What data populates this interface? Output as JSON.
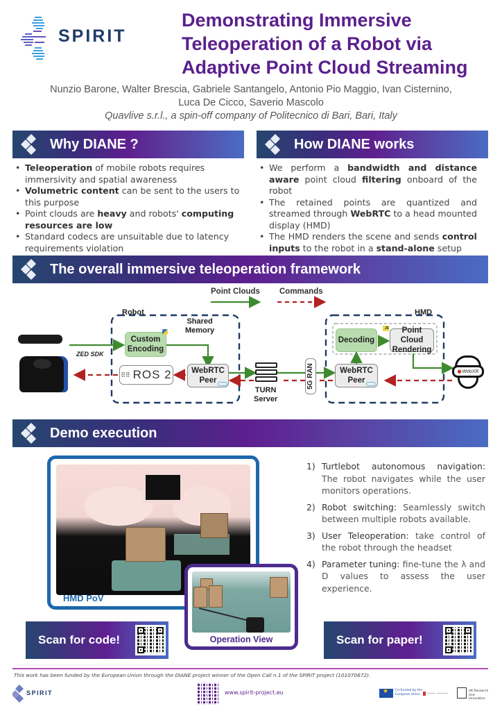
{
  "header": {
    "logo_text": "SPIRIT",
    "title_lines": [
      "Demonstrating Immersive",
      "Teleoperation of a Robot via",
      "Adaptive Point Cloud Streaming"
    ],
    "authors_line1": "Nunzio Barone, Walter Brescia, Gabriele Santangelo, Antonio Pio Maggio, Ivan Cisternino,",
    "authors_line2": "Luca De Cicco, Saverio Mascolo",
    "affiliation": "Quavlive s.r.l., a spin-off company of Politecnico di Bari, Bari, Italy"
  },
  "sections": {
    "why": {
      "title": "Why DIANE ?",
      "bullets": [
        {
          "bold": "Teleoperation",
          "rest": " of mobile robots requires immersivity and spatial awareness"
        },
        {
          "bold": "Volumetric content",
          "rest": " can be sent to the users to this purpose"
        },
        {
          "pre": "Point clouds are ",
          "bold": "heavy",
          "mid": " and robots' ",
          "bold2": "computing resources are low"
        },
        {
          "rest": "Standard codecs are unsuitable due to latency requirements violation"
        }
      ]
    },
    "how": {
      "title": "How DIANE works",
      "bullets": [
        {
          "pre": "We perform a ",
          "bold": "bandwidth and distance aware",
          "mid": " point cloud ",
          "bold2": "filtering",
          "rest": " onboard of the robot"
        },
        {
          "pre": "The retained points are quantized and streamed through ",
          "bold": "WebRTC",
          "rest": " to a head mounted display (HMD)"
        },
        {
          "pre": "The HMD renders the scene and sends ",
          "bold": "control inputs",
          "mid": " to the robot in a ",
          "bold2": "stand-alone",
          "rest": " setup"
        }
      ]
    },
    "framework": {
      "title": "The overall immersive teleoperation framework"
    },
    "demo": {
      "title": "Demo execution"
    }
  },
  "diagram": {
    "legend": {
      "point_clouds": "Point Clouds",
      "commands": "Commands",
      "point_clouds_color": "#3e8a2e",
      "commands_color": "#b22222"
    },
    "robot_group": "Robot",
    "hmd_group": "HMD",
    "zed_sdk": "ZED SDK",
    "custom_encoding": [
      "Custom",
      "Encoding"
    ],
    "shared_memory": [
      "Shared",
      "Memory"
    ],
    "ros2": "ROS 2",
    "webrtc_peer_robot": [
      "WebRTC",
      "Peer"
    ],
    "turn_server": [
      "TURN",
      "Server"
    ],
    "ran": "5G RAN",
    "webrtc_peer_hmd": [
      "WebRTC",
      "Peer"
    ],
    "decoding": "Decoding",
    "point_cloud_rendering": [
      "Point Cloud",
      "Rendering"
    ],
    "webxr": "WebXR",
    "js_badge": "JS"
  },
  "demo": {
    "hmd_label": "HMD PoV",
    "operation_label": "Operation View",
    "steps": [
      {
        "num": "1)",
        "bold": "Turtlebot autonomous navigation:",
        "rest": " The robot navigates while the user monitors operations."
      },
      {
        "num": "2)",
        "bold": "Robot switching:",
        "rest": " Seamlessly switch between multiple robots available."
      },
      {
        "num": "3)",
        "bold": "User Teleoperation:",
        "rest": " take control of the robot through the headset"
      },
      {
        "num": "4)",
        "bold": "Parameter tuning",
        "rest": ": fine-tune the λ and D values to assess the user experience."
      }
    ],
    "scan_code": "Scan for code!",
    "scan_paper": "Scan for paper!"
  },
  "footer": {
    "funding": "This work has been funded by the European Union through the DIANE project winner of the Open Call n.1 of the SPIRIT project (101070672).",
    "logo_text": "SPIRIT",
    "url": "www.spirit-project.eu",
    "eu_text": "Co-funded by the European Union",
    "ukri_text": "UK Research and Innovation"
  },
  "colors": {
    "title_purple": "#5b1f8c",
    "hmd_blue": "#1e67ad",
    "op_purple": "#4c2b8e",
    "footer_line": "#b04fb3"
  }
}
